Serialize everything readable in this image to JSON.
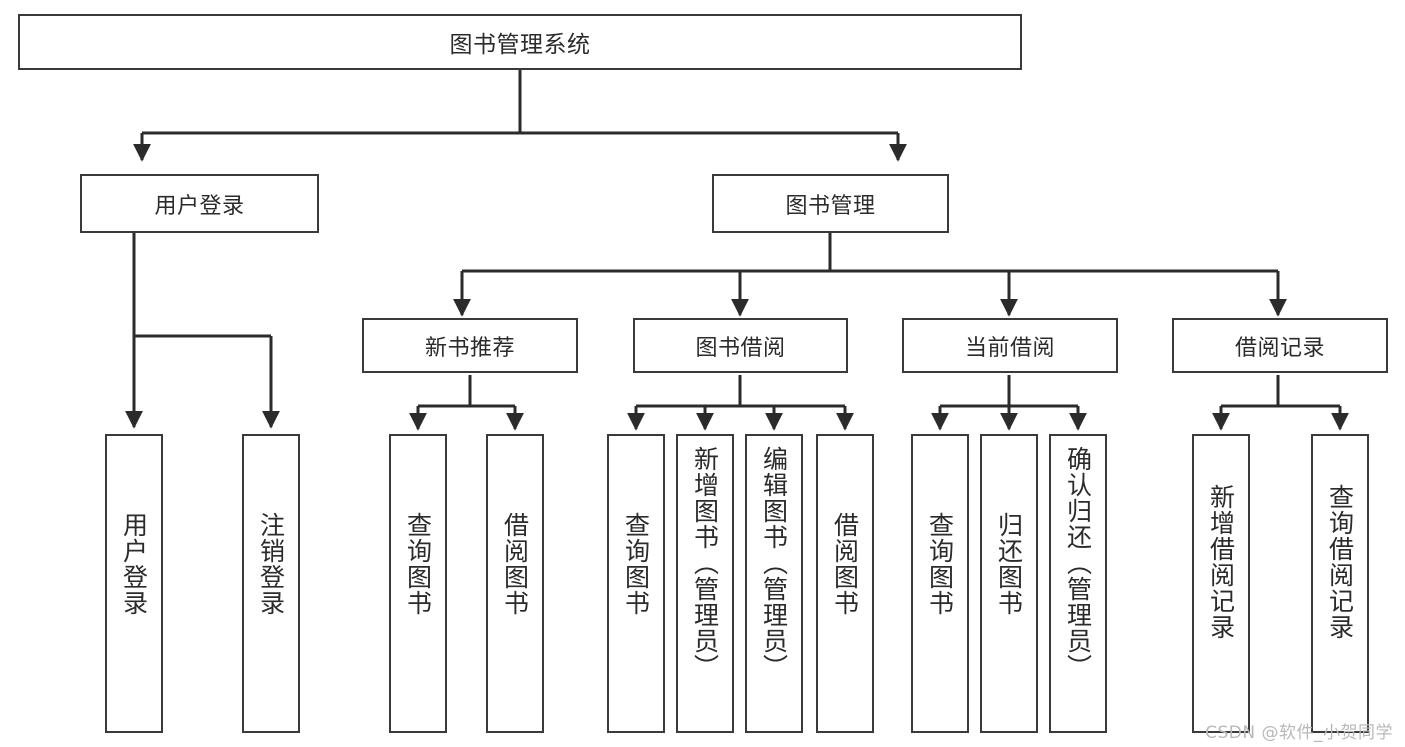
{
  "diagram": {
    "title": "图书管理系统",
    "type": "tree",
    "watermark": "CSDN @软件_小贺同学",
    "colors": {
      "box_border": "#3a3a3a",
      "box_fill": "#ffffff",
      "connector": "#2b2b2b",
      "text": "#2b2b2b",
      "watermark": "#b9b9b9",
      "background": "#ffffff"
    },
    "root": {
      "label": "图书管理系统"
    },
    "level1": [
      {
        "label": "用户登录"
      },
      {
        "label": "图书管理"
      }
    ],
    "level2": [
      {
        "label": "新书推荐"
      },
      {
        "label": "图书借阅"
      },
      {
        "label": "当前借阅"
      },
      {
        "label": "借阅记录"
      }
    ],
    "leaves": {
      "user_login": [
        {
          "label": "用户登录"
        },
        {
          "label": "注销登录"
        }
      ],
      "new_book_recommend": [
        {
          "label": "查询图书"
        },
        {
          "label": "借阅图书"
        }
      ],
      "book_borrow": [
        {
          "label": "查询图书"
        },
        {
          "label": "新增图书（管理员）"
        },
        {
          "label": "编辑图书（管理员）"
        },
        {
          "label": "借阅图书"
        }
      ],
      "current_borrow": [
        {
          "label": "查询图书"
        },
        {
          "label": "归还图书"
        },
        {
          "label": "确认归还（管理员）"
        }
      ],
      "borrow_record": [
        {
          "label": "新增借阅记录"
        },
        {
          "label": "查询借阅记录"
        }
      ]
    }
  }
}
